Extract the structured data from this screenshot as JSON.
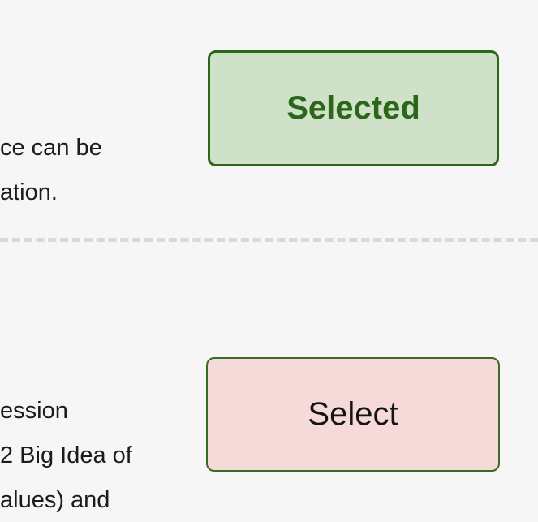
{
  "list": {
    "rows": [
      {
        "description_lines": [
          "ce can be",
          "ation."
        ],
        "button": {
          "label": "Selected",
          "state": "selected"
        }
      },
      {
        "description_lines": [
          "ession",
          "2 Big Idea of",
          "alues) and"
        ],
        "button": {
          "label": "Select",
          "state": "unselected"
        }
      }
    ]
  },
  "colors": {
    "background": "#f6f6f6",
    "body_text": "#1b1b1b",
    "selected_bg": "#cfe1c8",
    "selected_border": "#2c661b",
    "selected_text": "#2c661b",
    "unselected_bg": "#f6d9d9",
    "unselected_border": "#3a6b22",
    "unselected_text": "#141414",
    "divider": "#d9d9d9"
  }
}
